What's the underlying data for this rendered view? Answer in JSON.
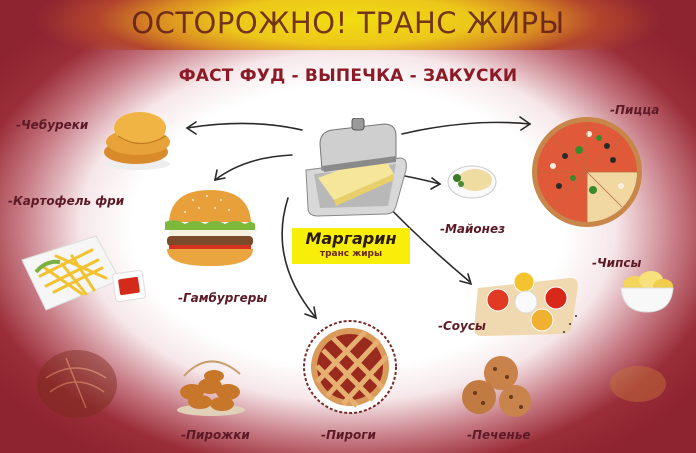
{
  "header": {
    "title": "ОСТОРОЖНО! ТРАНС ЖИРЫ",
    "subtitle": "ФАСТ ФУД - ВЫПЕЧКА - ЗАКУСКИ"
  },
  "center": {
    "name": "Маргарин",
    "subtitle": "транс жиры",
    "icon": "butter-dish-icon"
  },
  "foods": [
    {
      "label": "-Чебуреки",
      "icon": "chebureki-icon"
    },
    {
      "label": "-Картофель фри",
      "icon": "french-fries-icon"
    },
    {
      "label": "-Гамбургеры",
      "icon": "hamburger-icon"
    },
    {
      "label": "-Пирожки",
      "icon": "pirozhki-basket-icon"
    },
    {
      "label": "-Пироги",
      "icon": "pie-icon"
    },
    {
      "label": "-Печенье",
      "icon": "cookies-icon"
    },
    {
      "label": "-Соусы",
      "icon": "sauces-icon"
    },
    {
      "label": "-Майонез",
      "icon": "mayonnaise-icon"
    },
    {
      "label": "-Пицца",
      "icon": "pizza-icon"
    },
    {
      "label": "-Чипсы",
      "icon": "chips-bowl-icon"
    }
  ],
  "colors": {
    "frame": "#8e2430",
    "title_band": "#f2dd10",
    "title_text": "#5e1a1a",
    "subtitle_text": "#8c1a26",
    "label_text": "#5c1a26",
    "margarine_box": "#f7ee0a"
  }
}
